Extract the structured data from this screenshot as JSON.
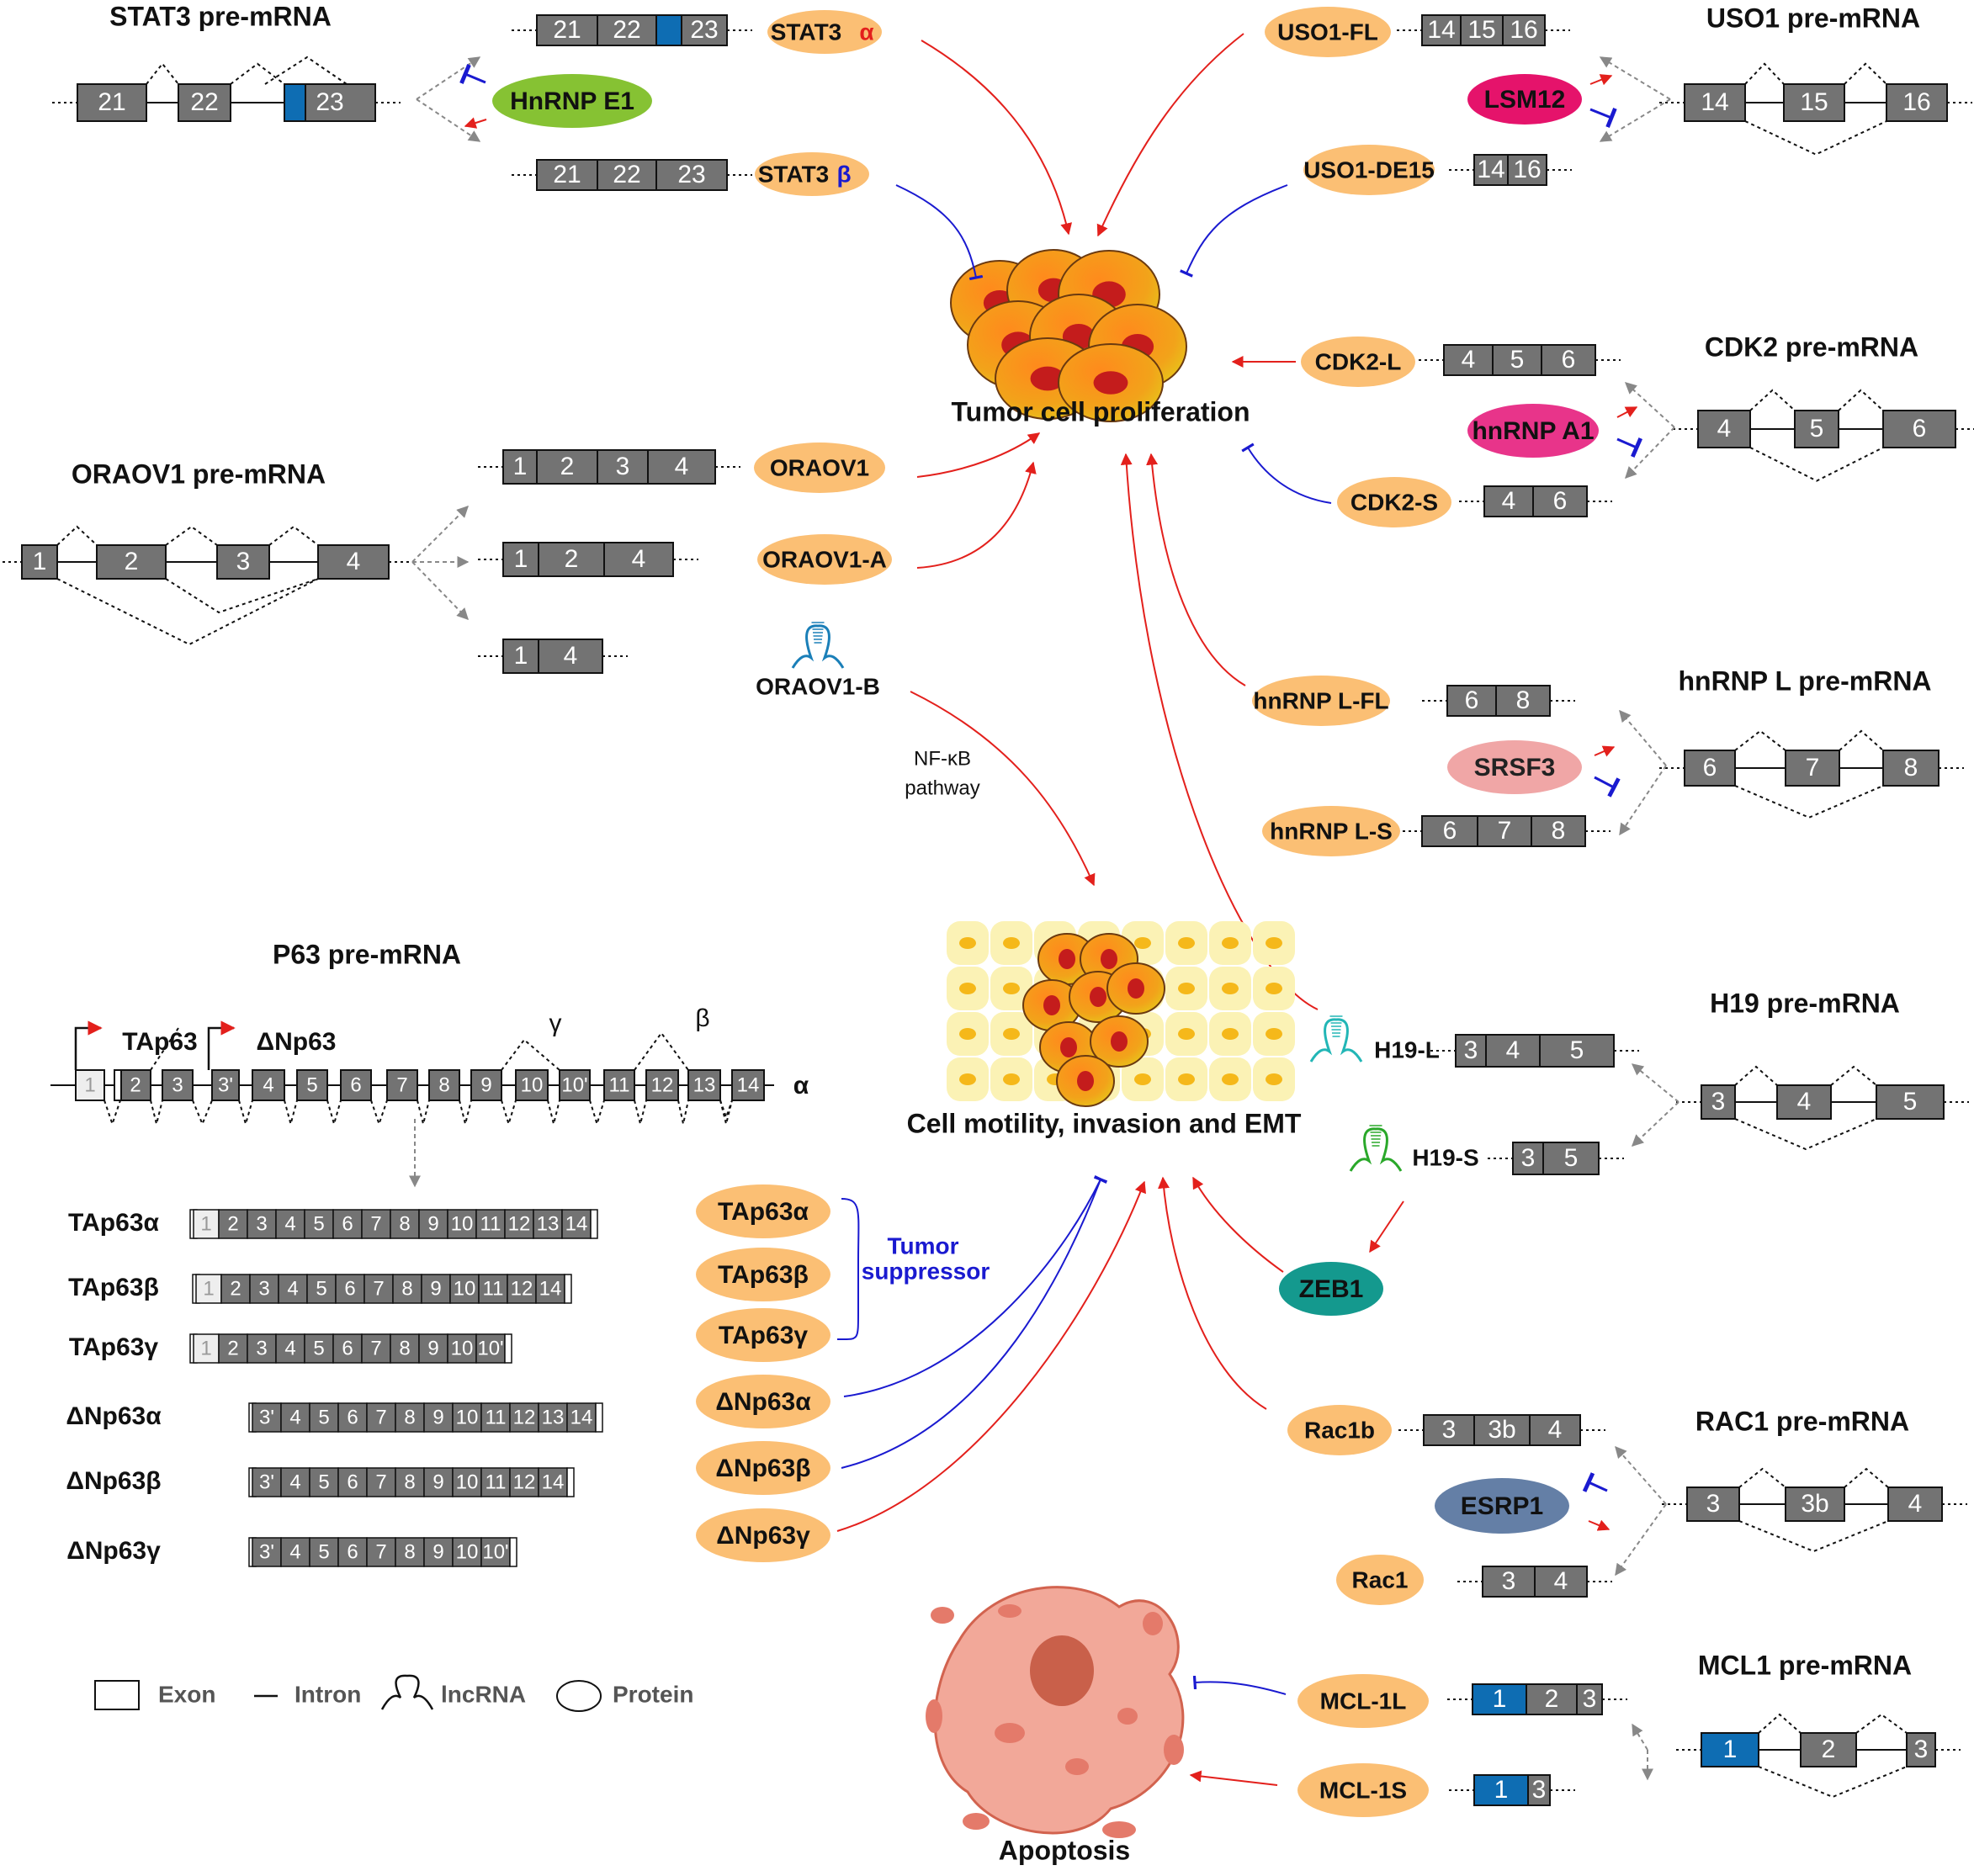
{
  "genes": {
    "stat3": {
      "title": "STAT3 pre-mRNA",
      "exons": [
        "21",
        "22",
        "23"
      ],
      "iso_a": "STAT3",
      "iso_a_sym": "α",
      "iso_b": "STAT3",
      "iso_b_sym": "β",
      "iso_a_exons": [
        "21",
        "22",
        "23"
      ],
      "iso_b_exons": [
        "21",
        "22",
        "23"
      ],
      "regulator": "HnRNP E1"
    },
    "uso1": {
      "title": "USO1 pre-mRNA",
      "exons": [
        "14",
        "15",
        "16"
      ],
      "iso_fl": "USO1-FL",
      "iso_de": "USO1-DE15",
      "iso_fl_exons": [
        "14",
        "15",
        "16"
      ],
      "iso_de_exons": [
        "14",
        "16"
      ],
      "regulator": "LSM12"
    },
    "cdk2": {
      "title": "CDK2 pre-mRNA",
      "exons": [
        "4",
        "5",
        "6"
      ],
      "iso_l": "CDK2-L",
      "iso_s": "CDK2-S",
      "iso_l_exons": [
        "4",
        "5",
        "6"
      ],
      "iso_s_exons": [
        "4",
        "6"
      ],
      "regulator": "hnRNP A1"
    },
    "oraov1": {
      "title": "ORAOV1 pre-mRNA",
      "exons": [
        "1",
        "2",
        "3",
        "4"
      ],
      "iso1": "ORAOV1",
      "iso2": "ORAOV1-A",
      "iso3": "ORAOV1-B",
      "iso1_exons": [
        "1",
        "2",
        "3",
        "4"
      ],
      "iso2_exons": [
        "1",
        "2",
        "4"
      ],
      "iso3_exons": [
        "1",
        "4"
      ],
      "pathway": "NF-κB",
      "pathway2": "pathway"
    },
    "hnrnpl": {
      "title": "hnRNP L pre-mRNA",
      "exons": [
        "6",
        "7",
        "8"
      ],
      "iso_fl": "hnRNP L-FL",
      "iso_s": "hnRNP L-S",
      "iso_fl_exons": [
        "6",
        "8"
      ],
      "iso_s_exons": [
        "6",
        "7",
        "8"
      ],
      "regulator": "SRSF3"
    },
    "h19": {
      "title": "H19 pre-mRNA",
      "exons": [
        "3",
        "4",
        "5"
      ],
      "iso_l": "H19-L",
      "iso_s": "H19-S",
      "iso_l_exons": [
        "3",
        "4",
        "5"
      ],
      "iso_s_exons": [
        "3",
        "5"
      ],
      "target": "ZEB1"
    },
    "rac1": {
      "title": "RAC1 pre-mRNA",
      "exons": [
        "3",
        "3b",
        "4"
      ],
      "iso_b": "Rac1b",
      "iso": "Rac1",
      "iso_b_exons": [
        "3",
        "3b",
        "4"
      ],
      "iso_exons": [
        "3",
        "4"
      ],
      "regulator": "ESRP1"
    },
    "mcl1": {
      "title": "MCL1 pre-mRNA",
      "exons": [
        "1",
        "2",
        "3"
      ],
      "iso_l": "MCL-1L",
      "iso_s": "MCL-1S",
      "iso_l_exons": [
        "1",
        "2",
        "3"
      ],
      "iso_s_exons": [
        "1",
        "3"
      ]
    },
    "p63": {
      "title": "P63 pre-mRNA",
      "promoter1": "TAp63",
      "promoter2": "ΔNp63",
      "gamma": "γ",
      "beta": "β",
      "alpha": "α",
      "gene_exons": [
        "1",
        "2",
        "3",
        "3'",
        "4",
        "5",
        "6",
        "7",
        "8",
        "9",
        "10",
        "10'",
        "11",
        "12",
        "13",
        "14"
      ],
      "isoforms": [
        {
          "name": "TAp63α",
          "exons": [
            "1",
            "2",
            "3",
            "4",
            "5",
            "6",
            "7",
            "8",
            "9",
            "10",
            "11",
            "12",
            "13",
            "14"
          ]
        },
        {
          "name": "TAp63β",
          "exons": [
            "1",
            "2",
            "3",
            "4",
            "5",
            "6",
            "7",
            "8",
            "9",
            "10",
            "11",
            "12",
            "14"
          ]
        },
        {
          "name": "TAp63γ",
          "exons": [
            "1",
            "2",
            "3",
            "4",
            "5",
            "6",
            "7",
            "8",
            "9",
            "10",
            "10'"
          ]
        },
        {
          "name": "ΔNp63α",
          "exons": [
            "3'",
            "4",
            "5",
            "6",
            "7",
            "8",
            "9",
            "10",
            "11",
            "12",
            "13",
            "14"
          ]
        },
        {
          "name": "ΔNp63β",
          "exons": [
            "3'",
            "4",
            "5",
            "6",
            "7",
            "8",
            "9",
            "10",
            "11",
            "12",
            "14"
          ]
        },
        {
          "name": "ΔNp63γ",
          "exons": [
            "3'",
            "4",
            "5",
            "6",
            "7",
            "8",
            "9",
            "10",
            "10'"
          ]
        }
      ],
      "tumor_suppressor_1": "Tumor",
      "tumor_suppressor_2": "suppressor"
    }
  },
  "outcomes": {
    "proliferation": "Tumor cell proliferation",
    "motility": "Cell motility, invasion and EMT",
    "apoptosis": "Apoptosis"
  },
  "legend": {
    "exon": "Exon",
    "intron": "Intron",
    "lncrna": "lncRNA",
    "protein": "Protein"
  },
  "colors": {
    "exon": "#737373",
    "blue_exon": "#0e6db3",
    "activate": "#e3201c",
    "inhibit": "#1a1ad0",
    "iso_oval": "#fbbf74",
    "hnrnpe1": "#86c233",
    "lsm12": "#e5136b",
    "hnrnpa1": "#e8348a",
    "srsf3": "#f0a6a6",
    "zeb1": "#14998e",
    "esrp1": "#647fa6"
  }
}
